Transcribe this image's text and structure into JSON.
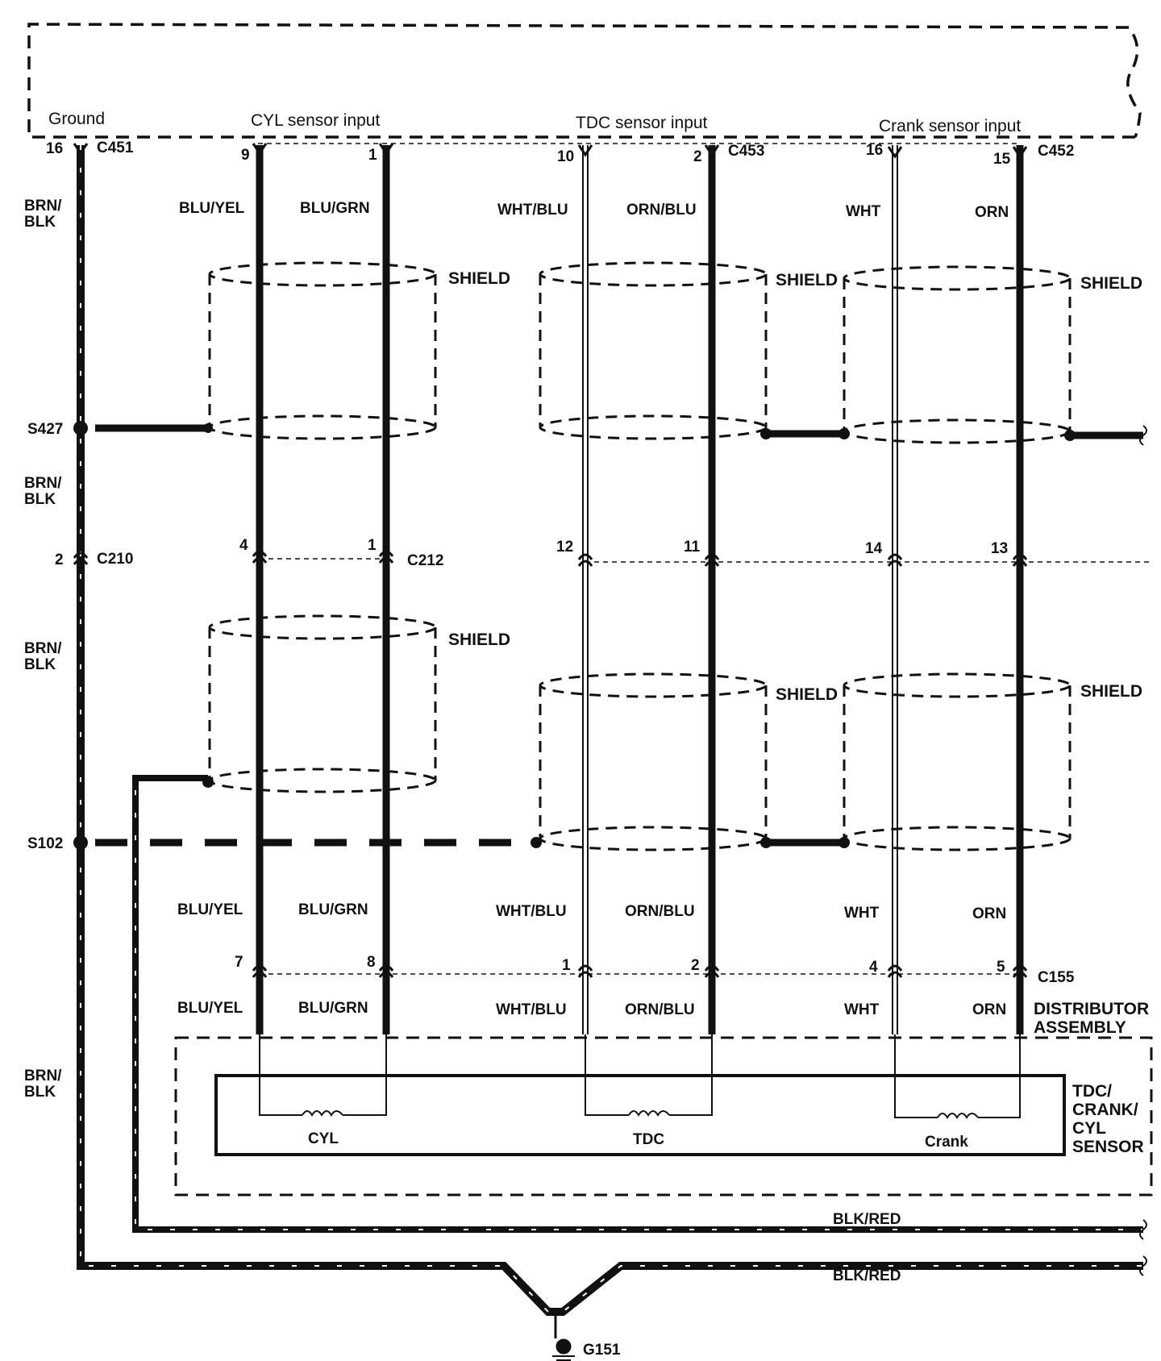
{
  "headers": {
    "ground": "Ground",
    "cyl": "CYL sensor input",
    "tdc": "TDC sensor input",
    "crank": "Crank sensor input"
  },
  "connectors": {
    "c451": "C451",
    "c453": "C453",
    "c452": "C452",
    "c210": "C210",
    "c212": "C212",
    "c155": "C155",
    "s427": "S427",
    "s102": "S102",
    "g151": "G151"
  },
  "pins": {
    "top": [
      "16",
      "9",
      "1",
      "10",
      "2",
      "16",
      "15"
    ],
    "mid": [
      "2",
      "4",
      "1",
      "12",
      "11",
      "14",
      "13"
    ],
    "bottom": [
      "7",
      "8",
      "1",
      "2",
      "4",
      "5"
    ]
  },
  "wires": {
    "brn_blk": [
      "BRN/",
      "BLK"
    ],
    "blu_yel": "BLU/YEL",
    "blu_grn": "BLU/GRN",
    "wht_blu": "WHT/BLU",
    "orn_blu": "ORN/BLU",
    "wht": "WHT",
    "orn": "ORN",
    "blk_red": "BLK/RED"
  },
  "shield": "SHIELD",
  "distributor": [
    "DISTRIBUTOR",
    "ASSEMBLY"
  ],
  "sensor_box": [
    "TDC/",
    "CRANK/",
    "CYL",
    "SENSOR"
  ],
  "coils": {
    "cyl": "CYL",
    "tdc": "TDC",
    "crank": "Crank"
  }
}
